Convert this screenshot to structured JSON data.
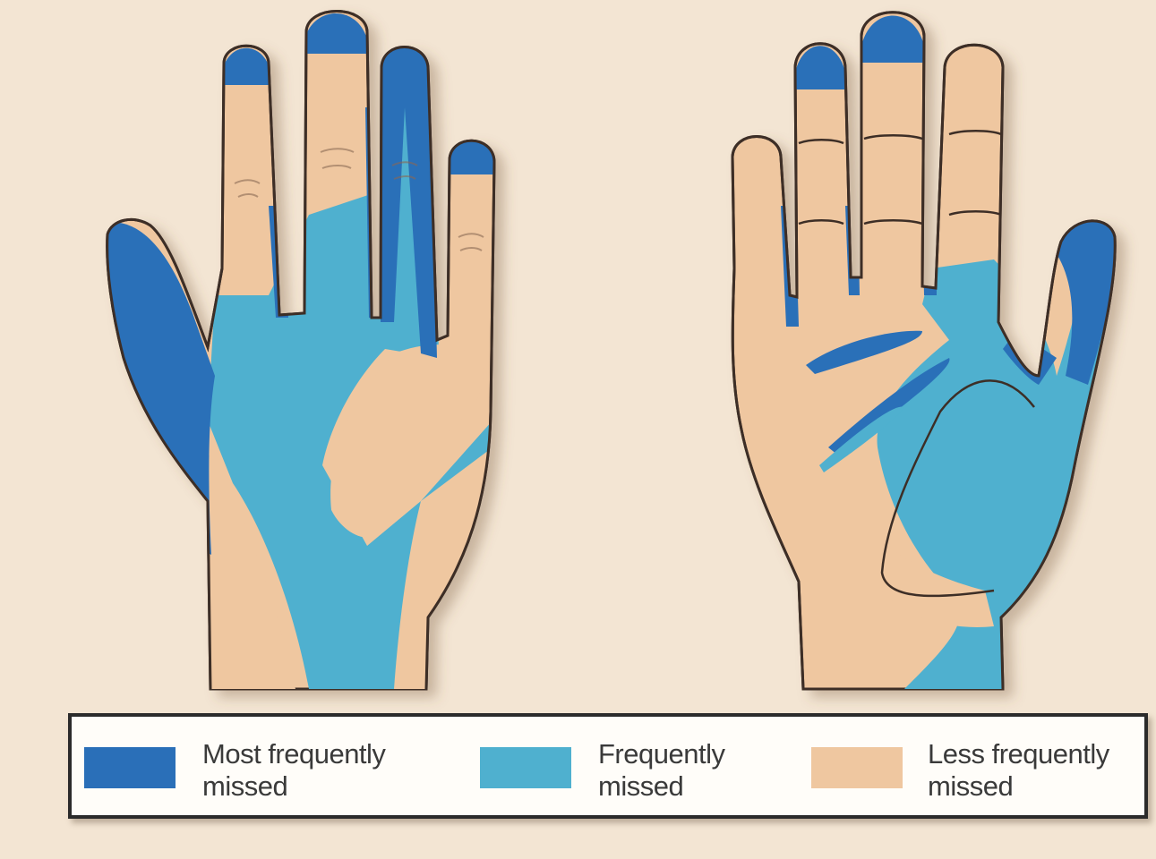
{
  "colors": {
    "background": "#f3e5d3",
    "skin": "#efc7a0",
    "most_frequently_missed": "#2a6fb8",
    "frequently_missed": "#4fb0cf",
    "less_frequently_missed": "#efc7a0",
    "outline": "#3c2f28"
  },
  "figures": [
    {
      "view": "back-of-hand"
    },
    {
      "view": "palm"
    }
  ],
  "legend": [
    {
      "line1": "Most frequently",
      "line2": "missed",
      "color": "#2a6fb8"
    },
    {
      "line1": "Frequently",
      "line2": "missed",
      "color": "#4fb0cf"
    },
    {
      "line1": "Less frequently",
      "line2": "missed",
      "color": "#efc7a0"
    }
  ]
}
